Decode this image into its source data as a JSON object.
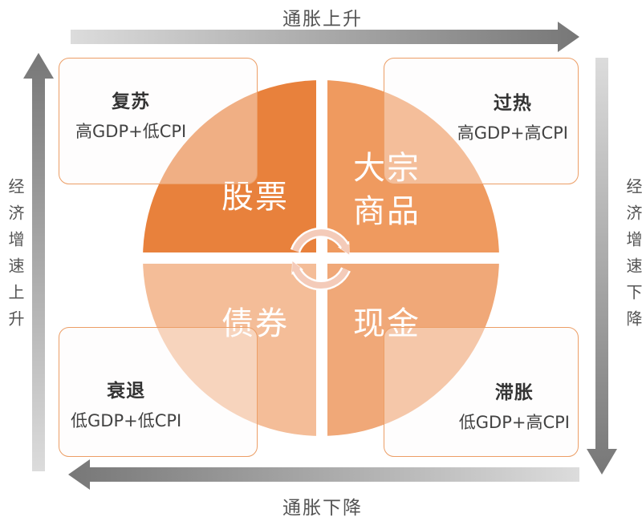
{
  "colors": {
    "quadrant_tl": "#E8813C",
    "quadrant_tr": "#EF9A5F",
    "quadrant_bl": "#F4BD98",
    "quadrant_br": "#F0A878",
    "card_border": "#EC9E66",
    "arrow_gray_dark": "#777777",
    "arrow_gray_light": "#DCDCDC",
    "cycle_icon_pink": "#F4CBB9",
    "text_dark": "#333333",
    "text_gray": "#545454"
  },
  "axes": {
    "top": "通胀上升",
    "bottom": "通胀下降",
    "left": "经济增速上升",
    "right": "经济增速下降"
  },
  "cards": {
    "top_left": {
      "title": "复苏",
      "formula": "高GDP+低CPI"
    },
    "top_right": {
      "title": "过热",
      "formula": "高GDP+高CPI"
    },
    "bottom_left": {
      "title": "衰退",
      "formula": "低GDP+低CPI"
    },
    "bottom_right": {
      "title": "滞胀",
      "formula": "低GDP+高CPI"
    }
  },
  "clock": {
    "top_left_asset": "股票",
    "top_right_asset_line1": "大宗",
    "top_right_asset_line2": "商品",
    "bottom_left_asset": "债券",
    "bottom_right_asset": "现金",
    "cycle_icon": "clockwise-cycle-arrows-icon"
  }
}
